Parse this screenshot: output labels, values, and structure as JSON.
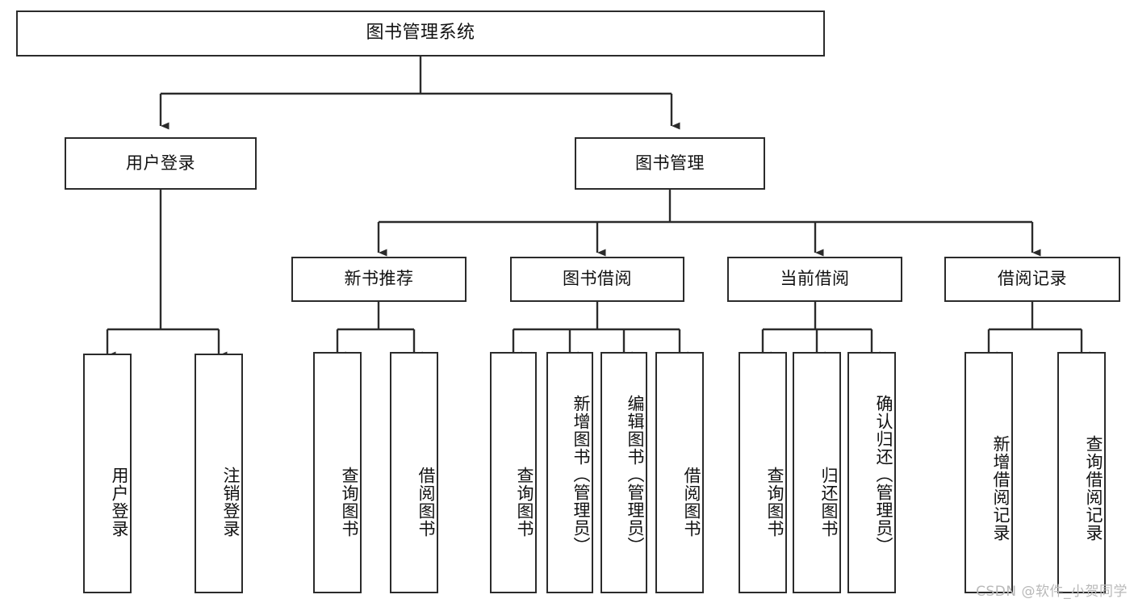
{
  "diagram": {
    "title": "图书管理系统",
    "type": "tree",
    "orientation": "top-down",
    "watermark": "CSDN @软件_小贺同学",
    "colors": {
      "stroke": "#2b2b2b",
      "fill": "#ffffff",
      "text": "#111111",
      "watermark": "#b9b9b9"
    }
  },
  "nodes": {
    "root": {
      "label": "图书管理系统",
      "level": 1
    },
    "level2": [
      {
        "id": "user-login",
        "label": "用户登录"
      },
      {
        "id": "book-management",
        "label": "图书管理"
      }
    ],
    "level3": [
      {
        "id": "new-book-recommend",
        "label": "新书推荐"
      },
      {
        "id": "book-borrow",
        "label": "图书借阅"
      },
      {
        "id": "current-borrow",
        "label": "当前借阅"
      },
      {
        "id": "borrow-record",
        "label": "借阅记录"
      }
    ],
    "leaves": {
      "user-login": [
        {
          "id": "leaf-user-login",
          "label": "用户登录"
        },
        {
          "id": "leaf-logout",
          "label": "注销登录"
        }
      ],
      "new-book-recommend": [
        {
          "id": "leaf-query-book-1",
          "label": "查询图书"
        },
        {
          "id": "leaf-borrow-book-1",
          "label": "借阅图书"
        }
      ],
      "book-borrow": [
        {
          "id": "leaf-query-book-2",
          "label": "查询图书"
        },
        {
          "id": "leaf-add-book",
          "label": "新增图书（管理员）"
        },
        {
          "id": "leaf-edit-book",
          "label": "编辑图书（管理员）"
        },
        {
          "id": "leaf-borrow-book-2",
          "label": "借阅图书"
        }
      ],
      "current-borrow": [
        {
          "id": "leaf-query-book-3",
          "label": "查询图书"
        },
        {
          "id": "leaf-return-book",
          "label": "归还图书"
        },
        {
          "id": "leaf-confirm-return",
          "label": "确认归还（管理员）"
        }
      ],
      "borrow-record": [
        {
          "id": "leaf-add-record",
          "label": "新增借阅记录"
        },
        {
          "id": "leaf-query-record",
          "label": "查询借阅记录"
        }
      ]
    }
  }
}
